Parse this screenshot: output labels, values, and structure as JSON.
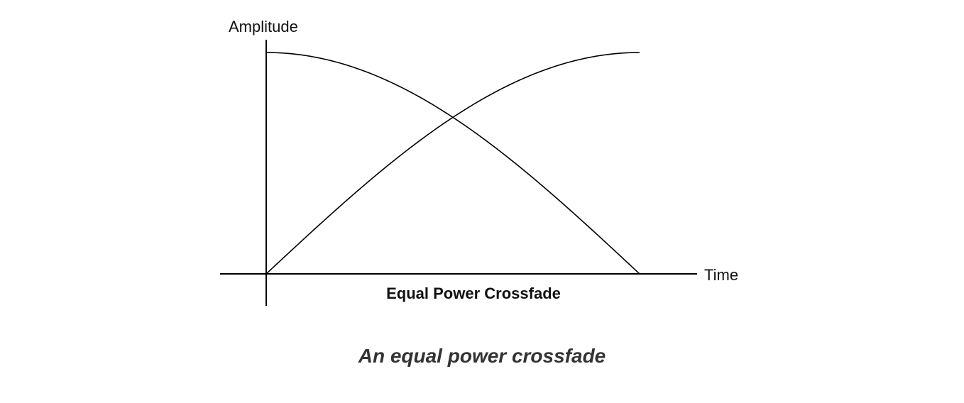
{
  "caption": "An equal power crossfade",
  "chart_data": {
    "type": "line",
    "title": "Equal Power Crossfade",
    "xlabel": "Time",
    "ylabel": "Amplitude",
    "xlim": [
      0,
      1
    ],
    "ylim": [
      0,
      1
    ],
    "grid": false,
    "legend": "none",
    "series": [
      {
        "x": [
          0,
          0.1,
          0.2,
          0.3,
          0.4,
          0.5,
          0.6,
          0.7,
          0.8,
          0.9,
          1.0
        ],
        "values": [
          1.0,
          0.988,
          0.951,
          0.891,
          0.809,
          0.707,
          0.588,
          0.454,
          0.309,
          0.156,
          0.0
        ]
      },
      {
        "x": [
          0,
          0.1,
          0.2,
          0.3,
          0.4,
          0.5,
          0.6,
          0.7,
          0.8,
          0.9,
          1.0
        ],
        "values": [
          0.0,
          0.156,
          0.309,
          0.454,
          0.588,
          0.707,
          0.809,
          0.891,
          0.951,
          0.988,
          1.0
        ]
      }
    ]
  }
}
